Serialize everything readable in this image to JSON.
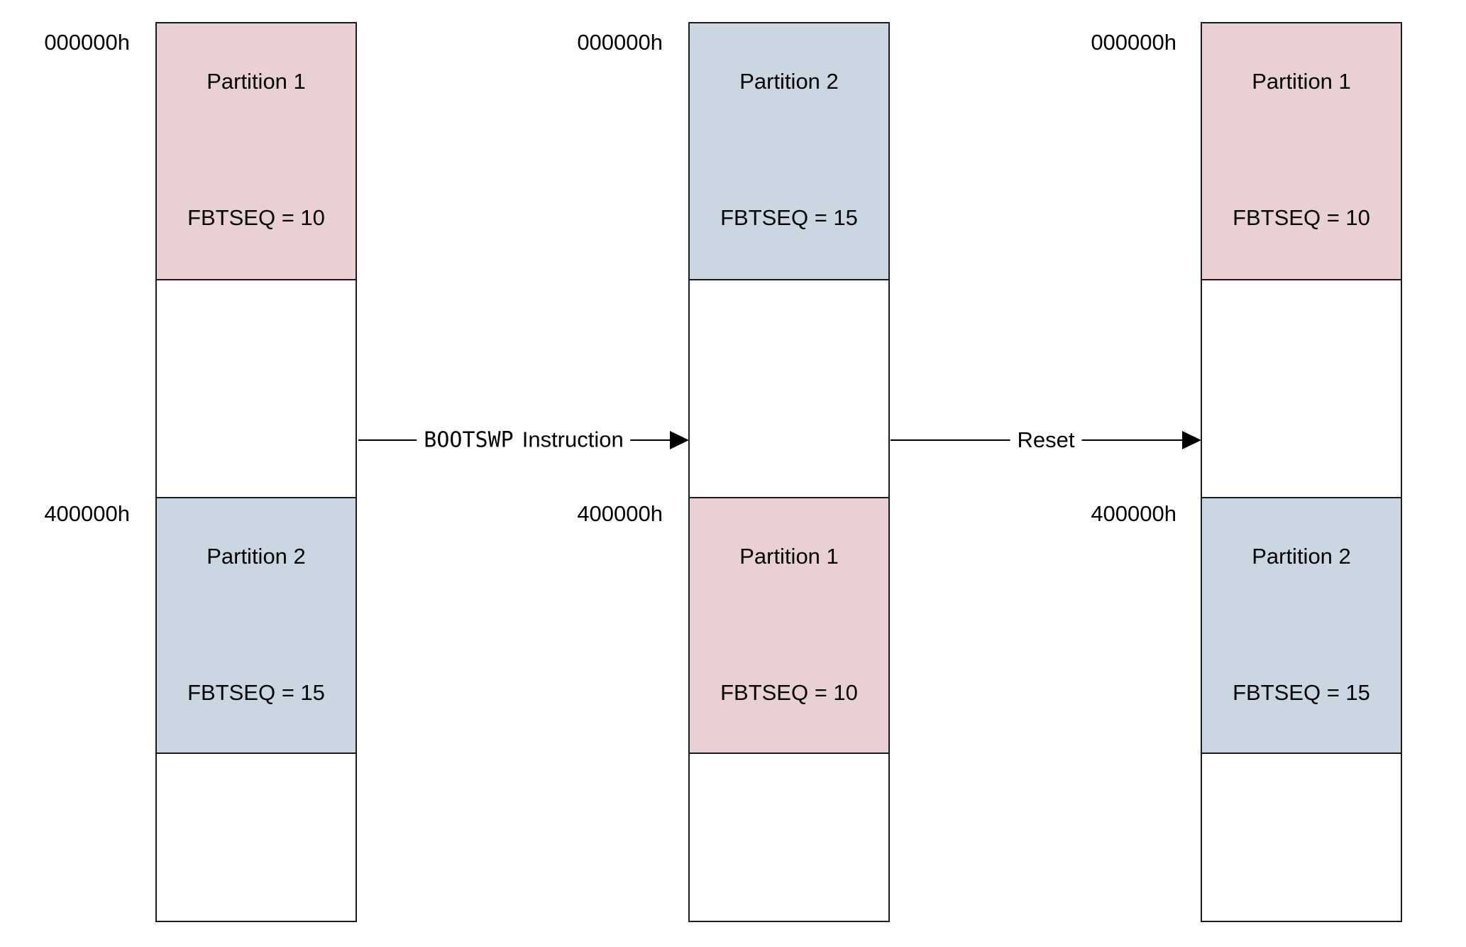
{
  "colors": {
    "partition1_fill": "#E9D0D2",
    "partition2_fill": "#CBD6E3",
    "outline": "#1C1C1C",
    "arrow": "#000000"
  },
  "states": [
    {
      "addresses": [
        "000000h",
        "400000h"
      ],
      "top_block": {
        "label": "Partition 1",
        "fbtseq": "FBTSEQ = 10"
      },
      "bottom_block": {
        "label": "Partition 2",
        "fbtseq": "FBTSEQ = 15"
      }
    },
    {
      "addresses": [
        "000000h",
        "400000h"
      ],
      "top_block": {
        "label": "Partition 2",
        "fbtseq": "FBTSEQ = 15"
      },
      "bottom_block": {
        "label": "Partition 1",
        "fbtseq": "FBTSEQ = 10"
      }
    },
    {
      "addresses": [
        "000000h",
        "400000h"
      ],
      "top_block": {
        "label": "Partition 1",
        "fbtseq": "FBTSEQ = 10"
      },
      "bottom_block": {
        "label": "Partition 2",
        "fbtseq": "FBTSEQ = 15"
      }
    }
  ],
  "arrows": [
    {
      "mono_label": "BOOTSWP",
      "text_label": "Instruction"
    },
    {
      "text_label": "Reset"
    }
  ]
}
